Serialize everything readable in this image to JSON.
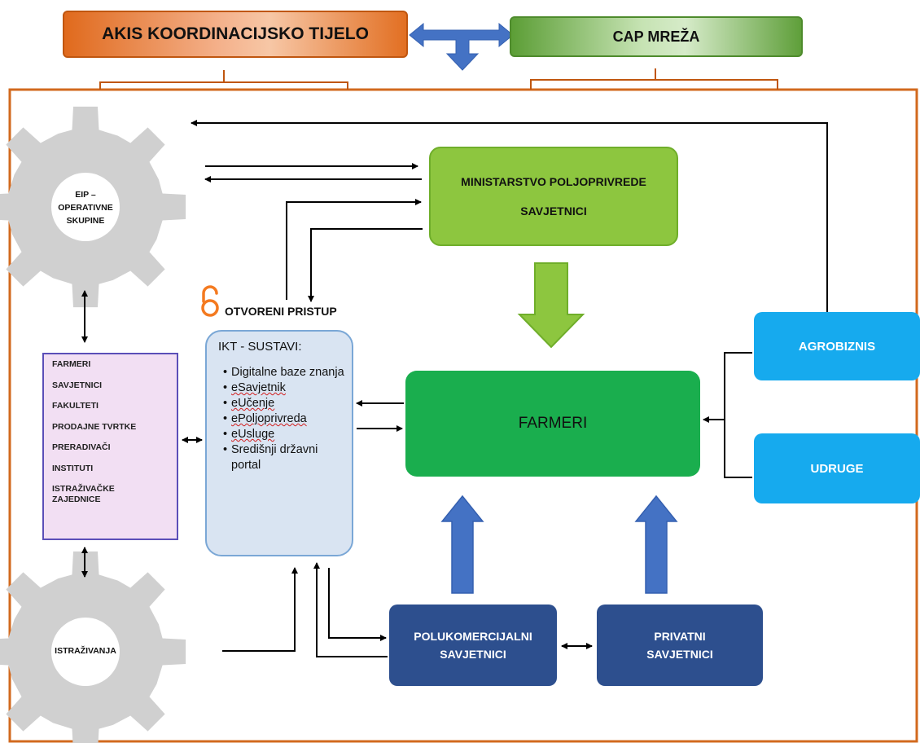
{
  "top": {
    "akis_label": "AKIS KOORDINACIJSKO TIJELO",
    "cap_label": "CAP MREŽA"
  },
  "gears": {
    "eip_label": "EIP –\nOPERATIVNE\nSKUPINE",
    "research_label": "ISTRAŽIVANJA"
  },
  "ministry": {
    "line1": "MINISTARSTVO POLJOPRIVREDE",
    "line2": "SAVJETNICI"
  },
  "farmers_label": "FARMERI",
  "agro_label": "AGROBIZNIS",
  "udruge_label": "UDRUGE",
  "polu": {
    "line1": "POLUKOMERCIJALNI",
    "line2": "SAVJETNICI"
  },
  "priv": {
    "line1": "PRIVATNI",
    "line2": "SAVJETNICI"
  },
  "actors": [
    "FARMERI",
    "SAVJETNICI",
    "FAKULTETI",
    "PRODAJNE TVRTKE",
    "PRERADIVAČI",
    "INSTITUTI",
    "ISTRAŽIVAČKE\nZAJEDNICE"
  ],
  "open_access": {
    "title": "OTVORENI PRISTUP",
    "icon": "open-access-icon"
  },
  "ikt": {
    "heading": "IKT - SUSTAVI:",
    "items": [
      "Digitalne baze znanja",
      "eSavjetnik",
      "eUčenje",
      "ePoljoprivreda",
      "eUsluge",
      "Središnji državni portal"
    ]
  },
  "colors": {
    "frame": "#d2691e",
    "gear": "#d0d0d0",
    "ministry": "#8dc63f",
    "farmers": "#1aae4e",
    "agro": "#16aaee",
    "advisors": "#2d4f8e",
    "big_arrow_blue": "#4472c4",
    "big_arrow_green": "#8dc63f"
  }
}
